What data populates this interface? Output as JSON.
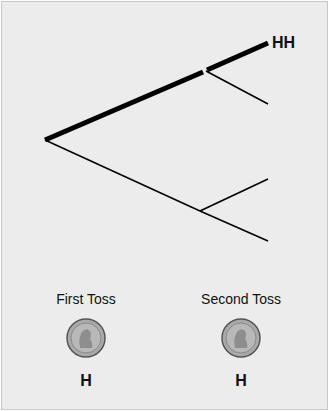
{
  "diagram": {
    "labels": [
      "HH",
      "First Toss",
      "Second Toss",
      "H",
      "H"
    ]
  }
}
